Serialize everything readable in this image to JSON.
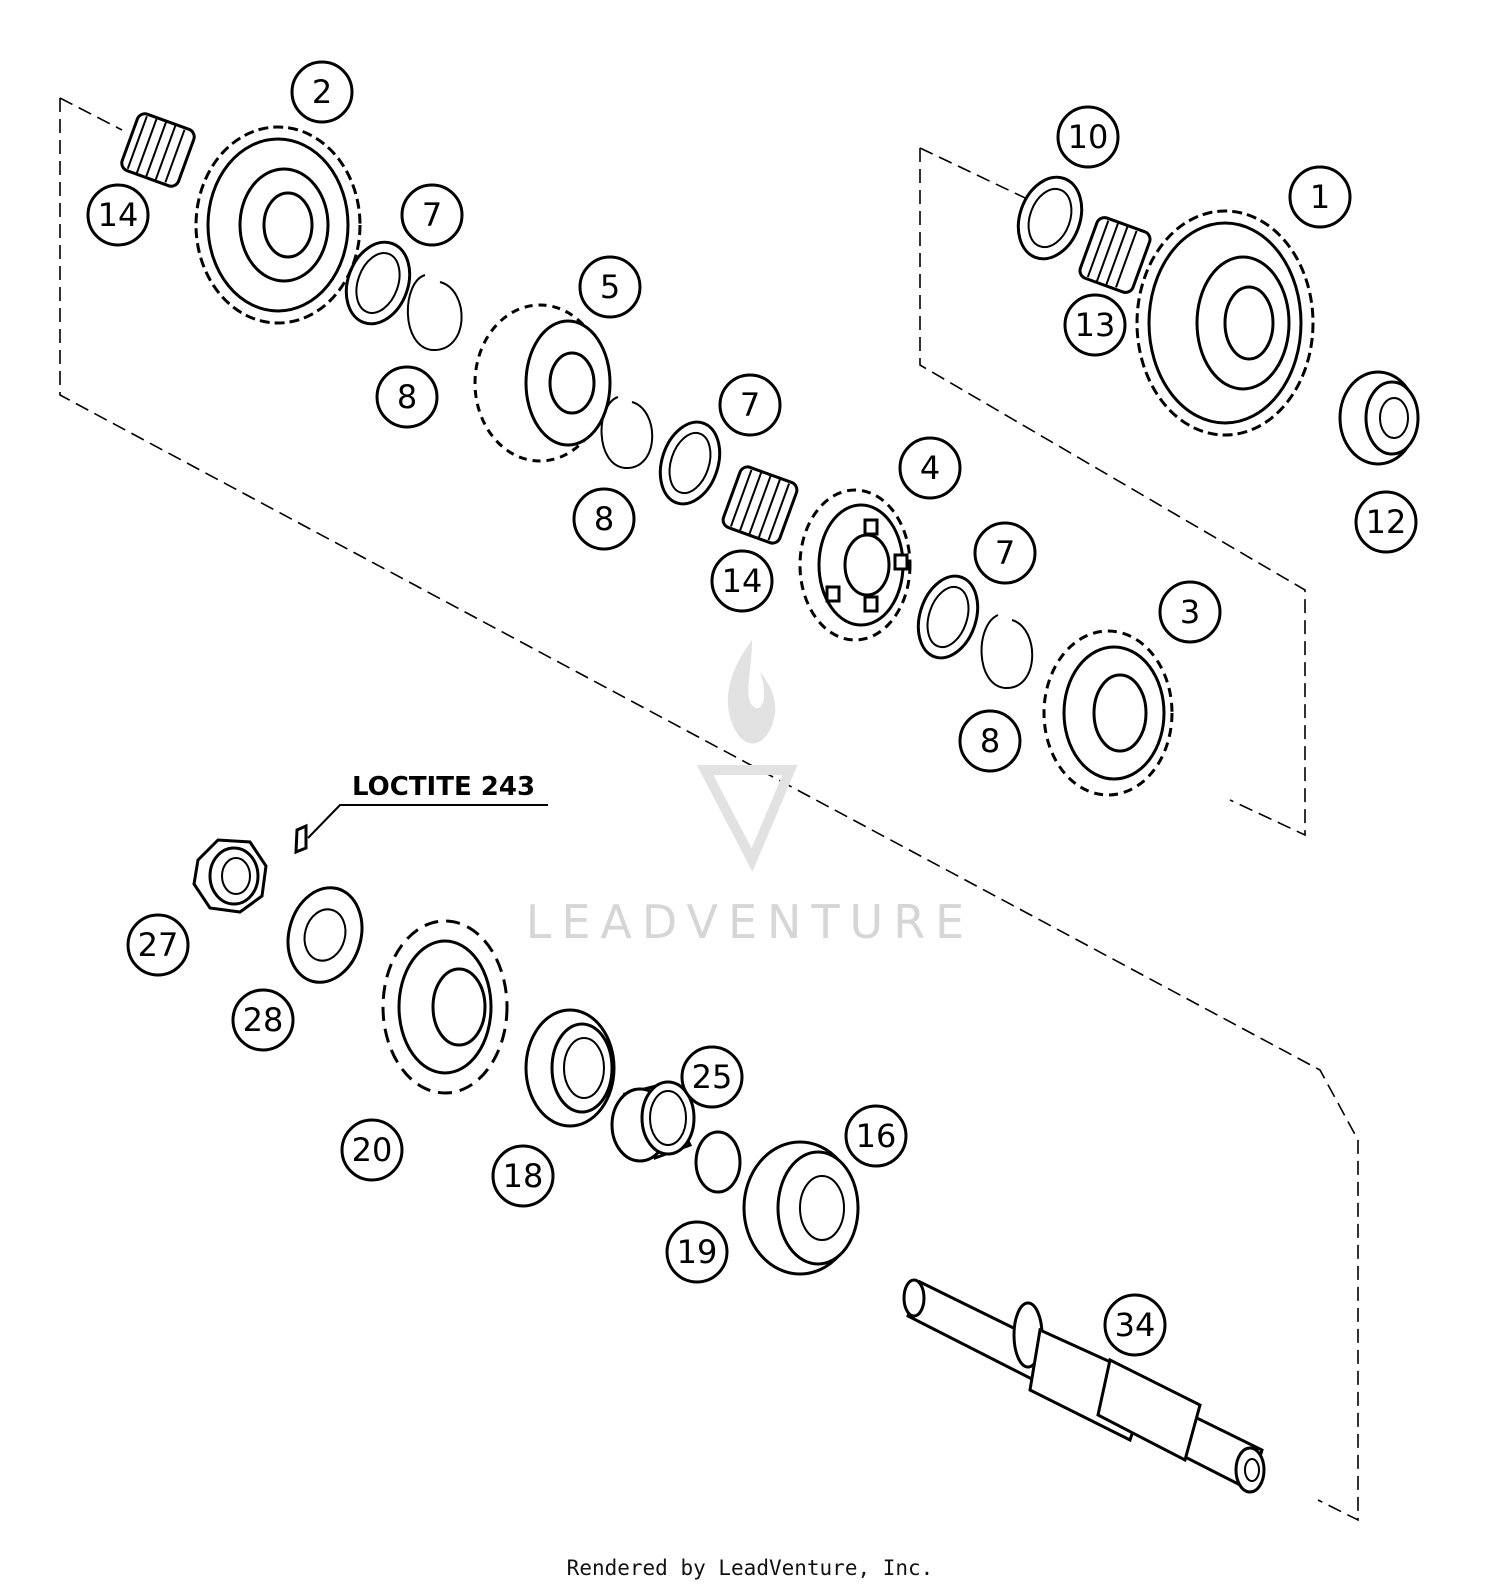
{
  "callouts": [
    {
      "id": "c1",
      "label": "1"
    },
    {
      "id": "c2",
      "label": "2"
    },
    {
      "id": "c3",
      "label": "3"
    },
    {
      "id": "c4",
      "label": "4"
    },
    {
      "id": "c5",
      "label": "5"
    },
    {
      "id": "c7a",
      "label": "7"
    },
    {
      "id": "c7b",
      "label": "7"
    },
    {
      "id": "c7c",
      "label": "7"
    },
    {
      "id": "c8a",
      "label": "8"
    },
    {
      "id": "c8b",
      "label": "8"
    },
    {
      "id": "c8c",
      "label": "8"
    },
    {
      "id": "c10",
      "label": "10"
    },
    {
      "id": "c12",
      "label": "12"
    },
    {
      "id": "c13",
      "label": "13"
    },
    {
      "id": "c14a",
      "label": "14"
    },
    {
      "id": "c14b",
      "label": "14"
    },
    {
      "id": "c16",
      "label": "16"
    },
    {
      "id": "c18",
      "label": "18"
    },
    {
      "id": "c19",
      "label": "19"
    },
    {
      "id": "c20",
      "label": "20"
    },
    {
      "id": "c25",
      "label": "25"
    },
    {
      "id": "c27",
      "label": "27"
    },
    {
      "id": "c28",
      "label": "28"
    },
    {
      "id": "c34",
      "label": "34"
    }
  ],
  "note": "LOCTITE 243",
  "watermark": "LEADVENTURE",
  "footer": "Rendered by LeadVenture, Inc."
}
